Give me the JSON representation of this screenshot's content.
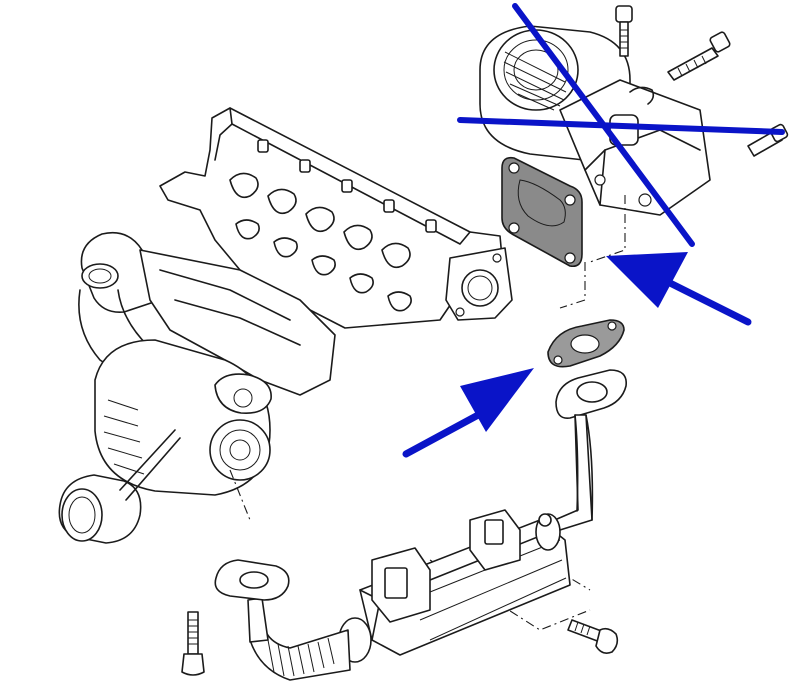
{
  "colors": {
    "annotation": "#0a14c8",
    "line_art": "#1b1b1b",
    "gasket": "#8a8a8a",
    "background": "#ffffff"
  },
  "annotations": {
    "cross_out": "egr-valve-crossed-out",
    "arrow_targets": [
      "egr-valve-gasket",
      "egr-pipe-gasket"
    ]
  }
}
